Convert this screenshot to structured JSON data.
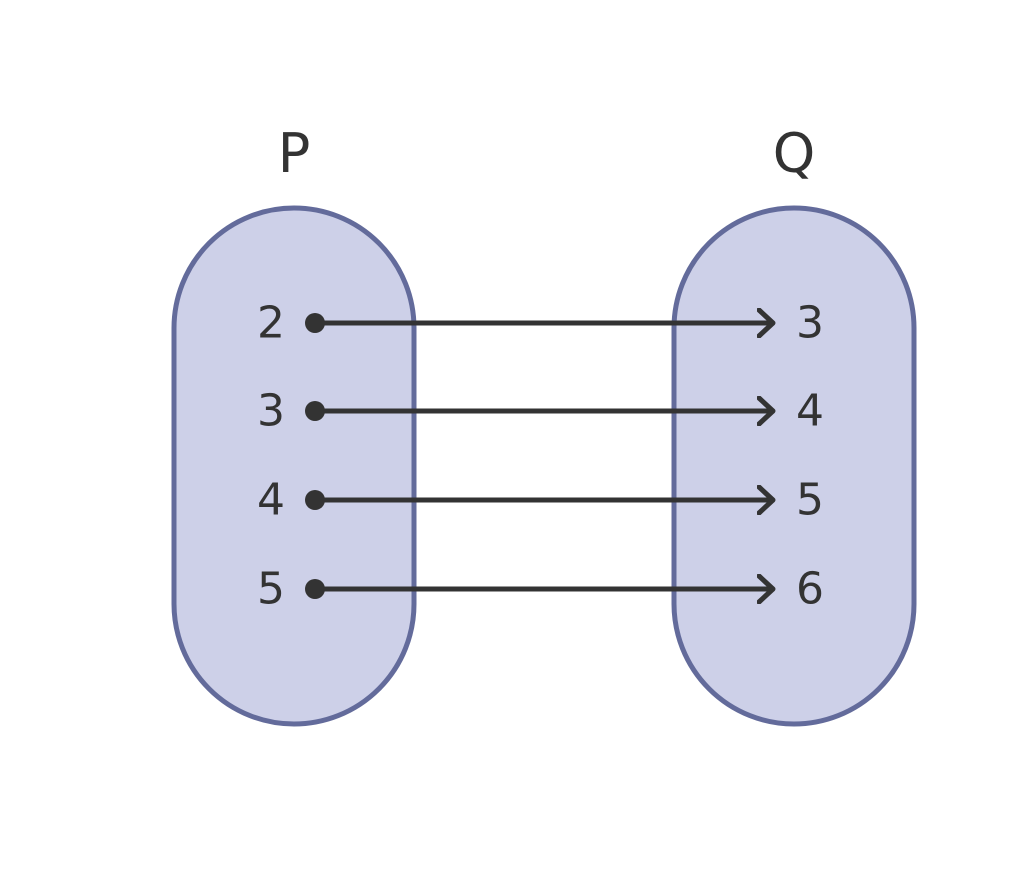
{
  "colors": {
    "set_fill": "#cdd0e8",
    "set_stroke": "#636b9b",
    "ink": "#333333",
    "background": "#ffffff"
  },
  "sets": [
    {
      "name": "P",
      "elements": [
        "2",
        "3",
        "4",
        "5"
      ]
    },
    {
      "name": "Q",
      "elements": [
        "3",
        "4",
        "5",
        "6"
      ]
    }
  ],
  "mapping": [
    {
      "from": "2",
      "to": "3"
    },
    {
      "from": "3",
      "to": "4"
    },
    {
      "from": "4",
      "to": "5"
    },
    {
      "from": "5",
      "to": "6"
    }
  ]
}
